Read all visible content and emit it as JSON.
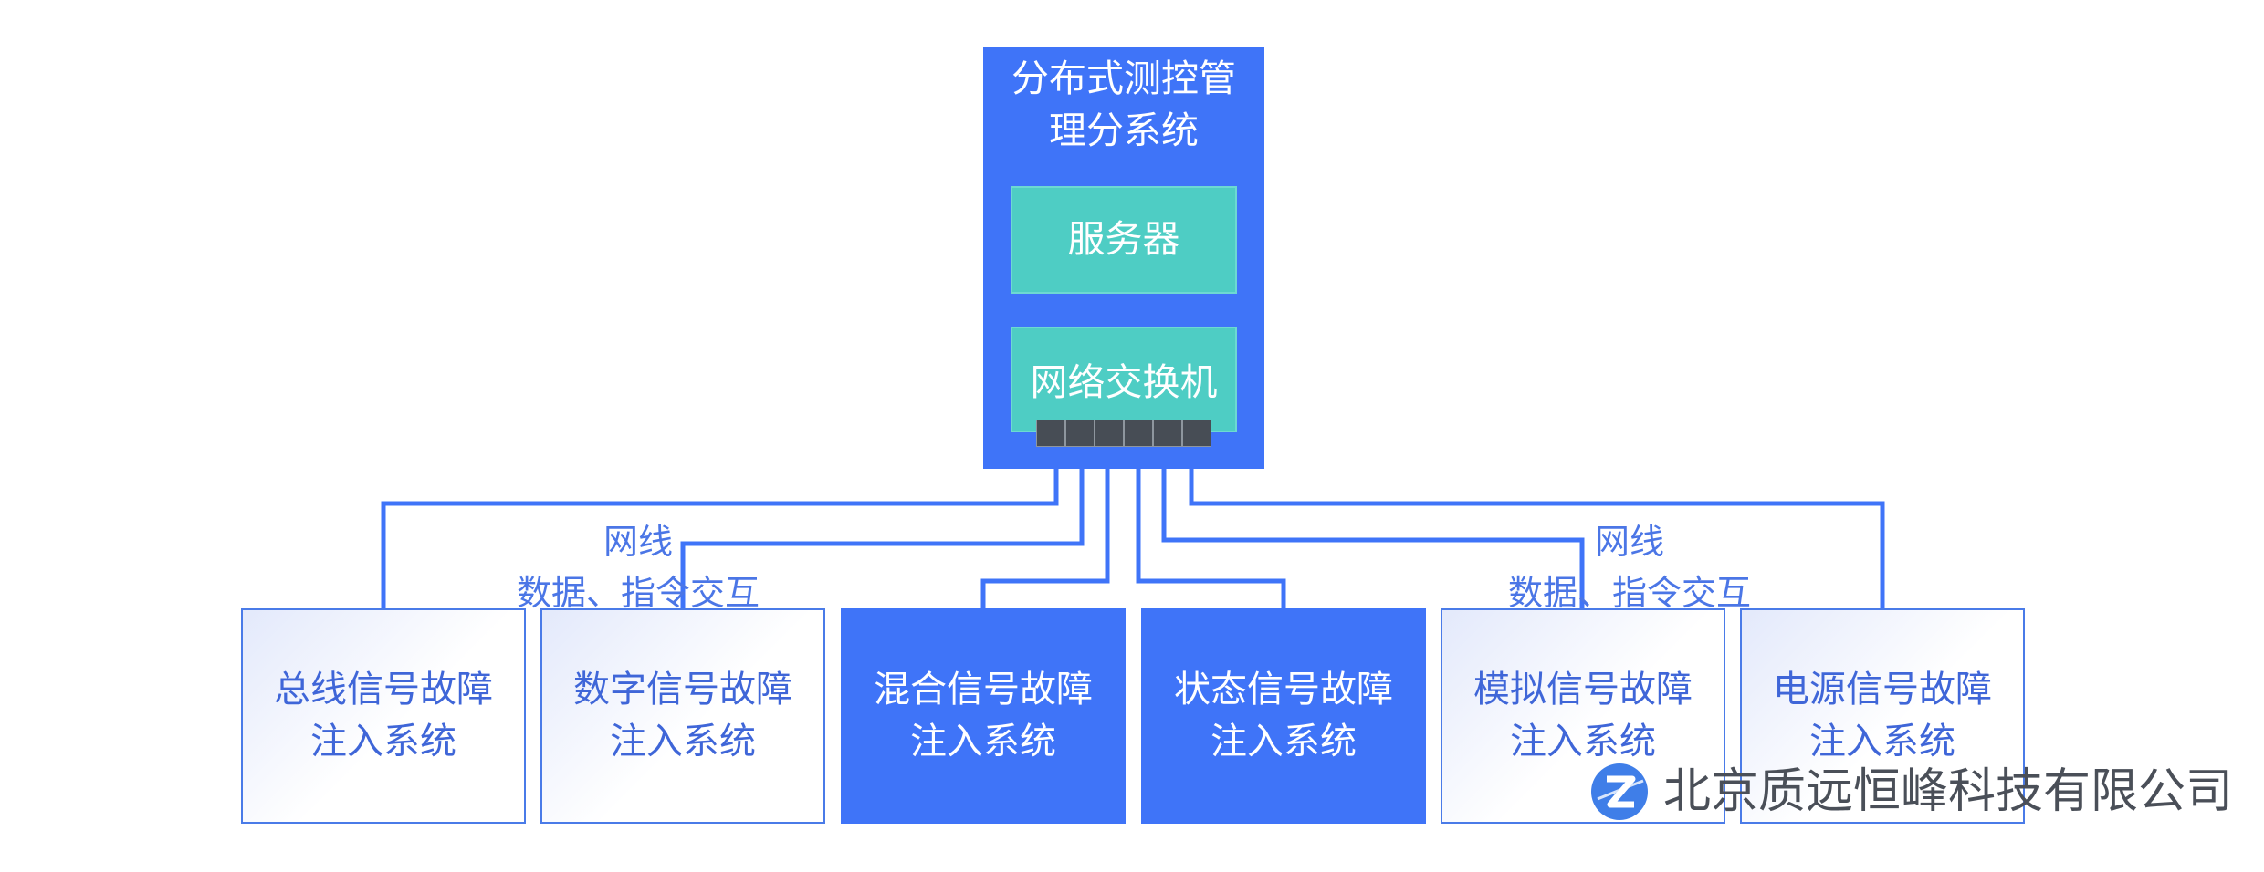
{
  "colors": {
    "primary_blue": "#3f74f8",
    "teal": "#4ecdc4",
    "wire": "#3f74f8",
    "light_text": "#3f66d8",
    "company_text": "#4a4f58"
  },
  "main": {
    "title_line1": "分布式测控管",
    "title_line2": "理分系统",
    "server_label": "服务器",
    "switch_label": "网络交换机"
  },
  "wire_labels": {
    "left_line1": "网线",
    "left_line2": "数据、指令交互",
    "right_line1": "网线",
    "right_line2": "数据、指令交互"
  },
  "subsystems": [
    {
      "line1": "总线信号故障",
      "line2": "注入系统",
      "style": "light"
    },
    {
      "line1": "数字信号故障",
      "line2": "注入系统",
      "style": "light"
    },
    {
      "line1": "混合信号故障",
      "line2": "注入系统",
      "style": "dark"
    },
    {
      "line1": "状态信号故障",
      "line2": "注入系统",
      "style": "dark"
    },
    {
      "line1": "模拟信号故障",
      "line2": "注入系统",
      "style": "light"
    },
    {
      "line1": "电源信号故障",
      "line2": "注入系统",
      "style": "light"
    }
  ],
  "company": {
    "name": "北京质远恒峰科技有限公司",
    "logo_icon": "company-logo-icon"
  }
}
